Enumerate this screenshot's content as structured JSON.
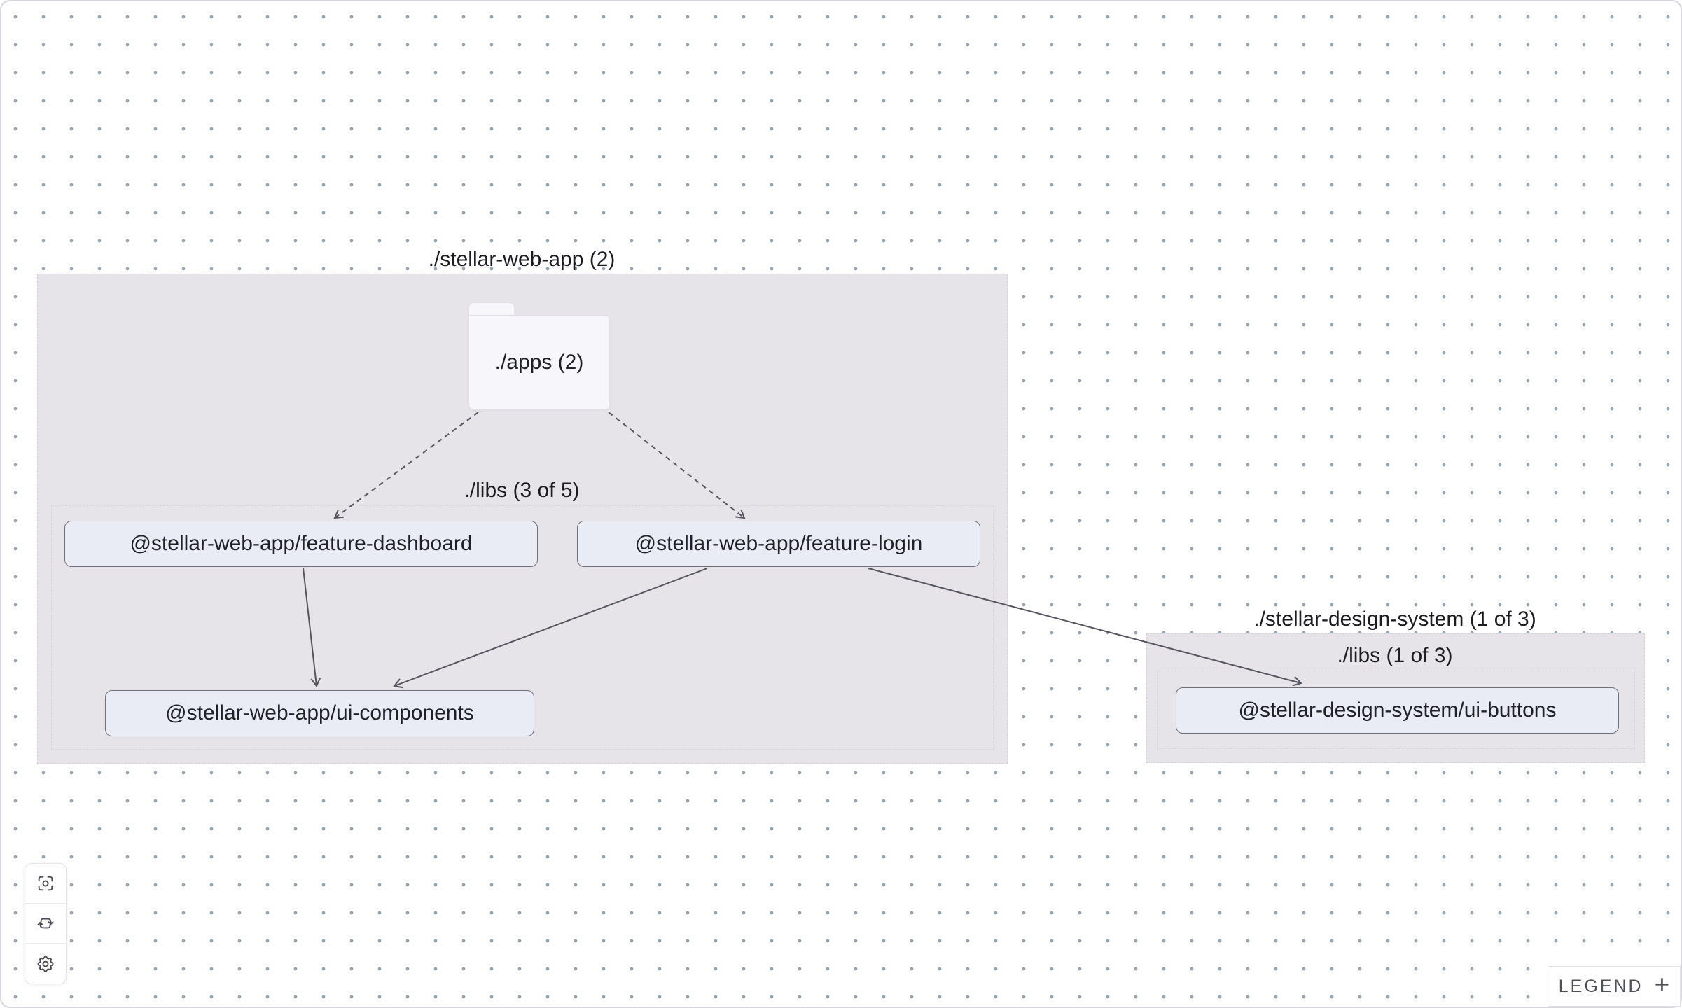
{
  "canvas": {
    "background": "#ffffff",
    "dot_color": "#98a2b2",
    "group_fill": "#e6e4e9",
    "node_fill": "#e9ecf5",
    "node_border": "#70707a",
    "edge_color": "#55555e",
    "text_color": "#1b1b20"
  },
  "groups": [
    {
      "id": "stellar-web-app",
      "title": "./stellar-web-app (2)",
      "folder": {
        "label": "./apps (2)"
      },
      "libs": {
        "title": "./libs (3 of 5)"
      }
    },
    {
      "id": "stellar-design-system",
      "title": "./stellar-design-system (1 of 3)",
      "libs": {
        "title": "./libs (1 of 3)"
      }
    }
  ],
  "nodes": [
    {
      "id": "feature-dashboard",
      "label": "@stellar-web-app/feature-dashboard"
    },
    {
      "id": "feature-login",
      "label": "@stellar-web-app/feature-login"
    },
    {
      "id": "ui-components",
      "label": "@stellar-web-app/ui-components"
    },
    {
      "id": "ui-buttons",
      "label": "@stellar-design-system/ui-buttons"
    }
  ],
  "edges": [
    {
      "from": "apps-folder",
      "to": "feature-dashboard",
      "style": "dashed"
    },
    {
      "from": "apps-folder",
      "to": "feature-login",
      "style": "dashed"
    },
    {
      "from": "feature-dashboard",
      "to": "ui-components",
      "style": "solid"
    },
    {
      "from": "feature-login",
      "to": "ui-components",
      "style": "solid"
    },
    {
      "from": "feature-login",
      "to": "ui-buttons",
      "style": "solid"
    }
  ],
  "toolbar": {
    "buttons": [
      {
        "icon": "focus-icon",
        "action": "center-graph"
      },
      {
        "icon": "refresh-icon",
        "action": "refresh-graph"
      },
      {
        "icon": "gear-icon",
        "action": "settings"
      }
    ]
  },
  "legend": {
    "label": "LEGEND",
    "toggle": "+"
  }
}
